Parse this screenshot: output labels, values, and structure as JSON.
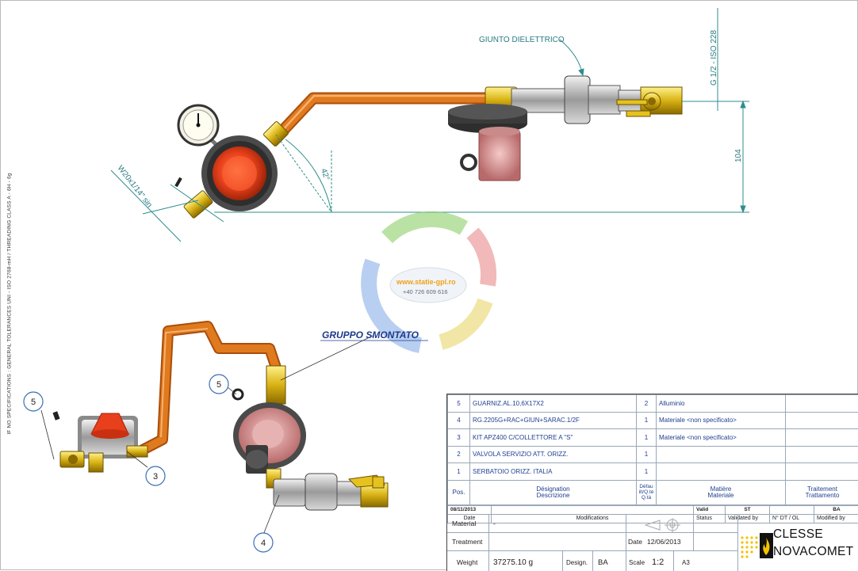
{
  "side_note": "IF NO SPECIFICATIONS : GENERAL TOLERANCES UNI - ISO 2768-mH / THREADING CLASS A - 6H - 6g",
  "labels": {
    "giunto": "GIUNTO DIELETTRICO",
    "iso": "G 1/2 - ISO 228",
    "dim104": "104",
    "angle": "42°",
    "thread": "W20x1/14\" sin",
    "gruppo": "GRUPPO SMONTATO"
  },
  "watermark": {
    "site": "www.statie-gpl.ro",
    "phone": "+40 726 609 616"
  },
  "balloons": [
    "5",
    "3",
    "5",
    "4"
  ],
  "bom": {
    "rows": [
      {
        "pos": "5",
        "desc": "GUARNIZ.AL.10,6X17X2",
        "qty": "2",
        "material": "Alluminio",
        "treatment": ""
      },
      {
        "pos": "4",
        "desc": "RG.2205G+RAC+GIUN+SARAC.1/2F",
        "qty": "1",
        "material": "Materiale <non specificato>",
        "treatment": ""
      },
      {
        "pos": "3",
        "desc": "KIT APZ400 C/COLLETTORE A \"S\"",
        "qty": "1",
        "material": "Materiale <non specificato>",
        "treatment": ""
      },
      {
        "pos": "2",
        "desc": "VALVOLA SERVIZIO ATT. ORIZZ.",
        "qty": "1",
        "material": "",
        "treatment": ""
      },
      {
        "pos": "1",
        "desc": "SERBATOIO ORIZZ. ITALIA",
        "qty": "1",
        "material": "",
        "treatment": ""
      }
    ],
    "header": {
      "pos": "Pos.",
      "desc1": "Désignation",
      "desc2": "Descrizione",
      "qty1": "Défau",
      "qty2": "ilt/Q.té",
      "qty3": "Q.tà",
      "mat1": "Matière",
      "mat2": "Materiale",
      "tr1": "Traitement",
      "tr2": "Trattamento"
    }
  },
  "revision": {
    "date_value": "08/11/2013",
    "valid": "Valid",
    "status_value": "ST",
    "modified_value": "BA",
    "date_label": "Date",
    "modifications": "Modifications",
    "status": "Status",
    "validated_by": "Validated by",
    "dt_ol": "N° DT / OL",
    "modified_by": "Modified by"
  },
  "title_block": {
    "material_label": "Material",
    "material_value": "-",
    "treatment_label": "Treatment",
    "date_label": "Date",
    "date_value": "12/06/2013",
    "weight_label": "Weight",
    "weight_value": "37275.10 g",
    "design_label": "Design.",
    "design_value": "BA",
    "scale_label": "Scale",
    "scale_value": "1:2",
    "format": "A3"
  },
  "brand": {
    "line1": "CLESSE",
    "line2": "NOVACOMET"
  },
  "colors": {
    "pipe": "#e07a1e",
    "pipe_dark": "#a94e0c",
    "regulator": "#e8401c",
    "brass": "#e6c21f",
    "dim_line": "#2f8d8d",
    "label_teal": "#2a7b82",
    "balloon": "#3a6fb5",
    "gruppo": "#1e3a8a"
  }
}
